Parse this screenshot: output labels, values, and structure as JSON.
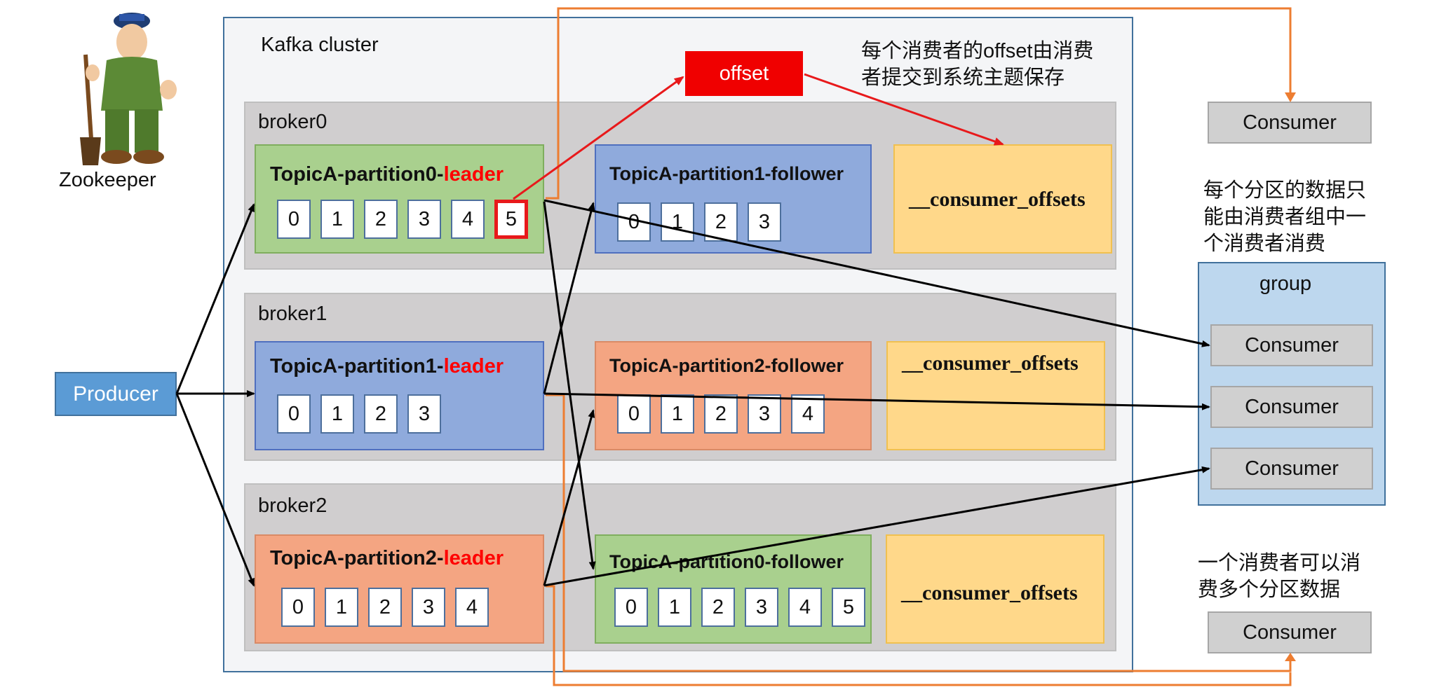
{
  "zookeeper_label": "Zookeeper",
  "cluster_title": "Kafka cluster",
  "producer_label": "Producer",
  "offset_label": "offset",
  "notes": {
    "offset_line1": "每个消费者的offset由消费",
    "offset_line2": "者提交到系统主题保存",
    "group_line1": "每个分区的数据只",
    "group_line2": "能由消费者组中一",
    "group_line3": "个消费者消费",
    "single_line1": "一个消费者可以消",
    "single_line2": "费多个分区数据"
  },
  "brokers": [
    {
      "name": "broker0",
      "leader": {
        "prefix": "TopicA-partition0-",
        "suffix": "leader",
        "cells": [
          "0",
          "1",
          "2",
          "3",
          "4",
          "5"
        ]
      },
      "follower": {
        "title": "TopicA-partition1-follower",
        "cells": [
          "0",
          "1",
          "2",
          "3"
        ]
      },
      "offsets": "__consumer_offsets"
    },
    {
      "name": "broker1",
      "leader": {
        "prefix": "TopicA-partition1-",
        "suffix": "leader",
        "cells": [
          "0",
          "1",
          "2",
          "3"
        ]
      },
      "follower": {
        "title": "TopicA-partition2-follower",
        "cells": [
          "0",
          "1",
          "2",
          "3",
          "4"
        ]
      },
      "offsets": "__consumer_offsets"
    },
    {
      "name": "broker2",
      "leader": {
        "prefix": "TopicA-partition2-",
        "suffix": "leader",
        "cells": [
          "0",
          "1",
          "2",
          "3",
          "4"
        ]
      },
      "follower": {
        "title": "TopicA-partition0-follower",
        "cells": [
          "0",
          "1",
          "2",
          "3",
          "4",
          "5"
        ]
      },
      "offsets": "__consumer_offsets"
    }
  ],
  "consumer_label": "Consumer",
  "group_label": "group",
  "colors": {
    "arrow_black": "#000000",
    "arrow_red": "#e8191b",
    "arrow_orange": "#ed7d31"
  }
}
